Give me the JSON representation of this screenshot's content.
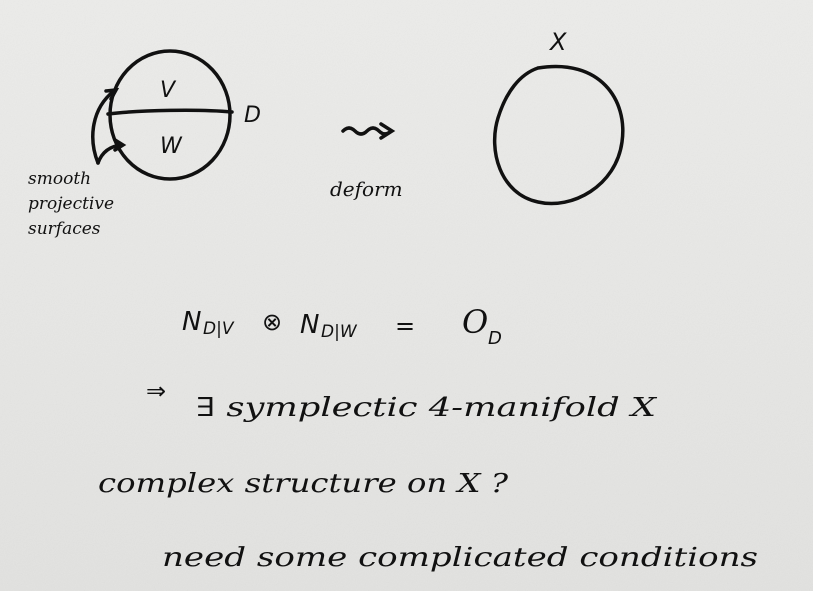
{
  "diagram": {
    "left": {
      "region_top": "V",
      "region_bottom": "W",
      "divisor": "D",
      "annotation_lines": [
        "smooth",
        "projective",
        "surfaces"
      ]
    },
    "arrow_label": "deform",
    "right": {
      "label": "X"
    }
  },
  "equation": {
    "lhs_1": "N",
    "lhs_1_sub": "D|V",
    "tensor": "⊗",
    "lhs_2": "N",
    "lhs_2_sub": "D|W",
    "equals": "=",
    "rhs": "O",
    "rhs_sub": "D"
  },
  "lines": {
    "implies": "⇒",
    "exists_line": "∃ symplectic 4-manifold X",
    "question": "complex structure on X ?",
    "need": "need some complicated conditions"
  }
}
